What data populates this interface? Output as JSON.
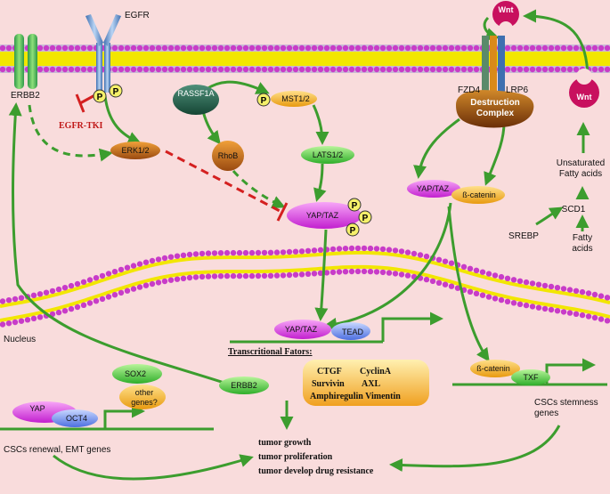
{
  "colors": {
    "background": "#f9dcdc",
    "arrow": "#3c9d2e",
    "inhibit": "#d42020",
    "lipid_head": "#c83cc8",
    "lipid_tail": "#f2e600",
    "membrane_band": "#6f7dc9"
  },
  "membrane": {
    "egfr": "EGFR",
    "erbb2": "ERBB2",
    "fzd4": "FZD4",
    "lrp6": "LRP6",
    "egfr_tki": "EGFR-TKI"
  },
  "phospho": "P",
  "cytoplasm": {
    "rassf1a": "RASSF1A",
    "mst": "MST1/2",
    "rhob": "RhoB",
    "lats": "LATS1/2",
    "erk": "ERK1/2",
    "yap_taz": "YAP/TAZ",
    "destruction_line1": "Destruction",
    "destruction_line2": "Complex",
    "yap_taz_right": "YAP/TAZ",
    "beta_catenin": "ß-catenin",
    "wnt_top": "Wnt",
    "wnt_side": "Wnt",
    "unsat_line1": "Unsaturated",
    "unsat_line2": "Fatty acids",
    "scd1": "SCD1",
    "srebp": "SREBP",
    "fatty_line1": "Fatty",
    "fatty_line2": "acids"
  },
  "nucleus": {
    "label": "Nucleus",
    "yap_taz": "YAP/TAZ",
    "tead": "TEAD",
    "transcriptional_factors": "Transcritional Fators:",
    "tf_box": {
      "line1_a": "CTGF",
      "line1_b": "CyclinA",
      "line2_a": "Survivin",
      "line2_b": "AXL",
      "line3": "Amphiregulin Vimentin"
    },
    "sox2": "SOX2",
    "other_line1": "other",
    "other_line2": "genes?",
    "yap": "YAP",
    "oct4": "OCT4",
    "erbb2": "ERBB2",
    "beta_catenin": "ß-catenin",
    "txf": "TXF",
    "cscs_renewal": "CSCs renewal, EMT genes",
    "stemness_line1": "CSCs stemness",
    "stemness_line2": "genes",
    "outcome1": "tumor growth",
    "outcome2": "tumor  proliferation",
    "outcome3": "tumor develop drug resistance"
  }
}
